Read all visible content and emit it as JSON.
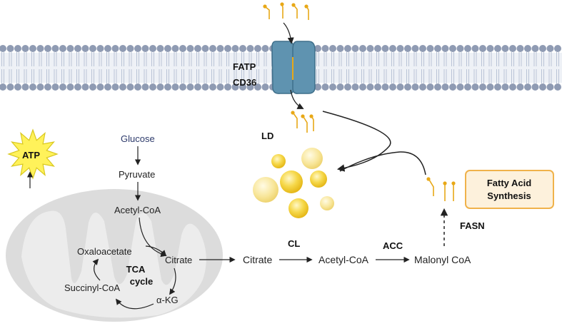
{
  "membrane": {
    "transporter_top": "FATP",
    "transporter_bottom": "CD36"
  },
  "lipid_droplet_label": "LD",
  "atp_label": "ATP",
  "glycolysis": {
    "glucose": "Glucose",
    "pyruvate": "Pyruvate",
    "acetyl_coa": "Acetyl-CoA"
  },
  "tca": {
    "oxaloacetate": "Oxaloacetate",
    "citrate": "Citrate",
    "cycle_line1": "TCA",
    "cycle_line2": "cycle",
    "succinyl_coa": "Succinyl-CoA",
    "alpha_kg": "α-KG"
  },
  "pathway": {
    "citrate": "Citrate",
    "enzyme_cl": "CL",
    "acetyl_coa": "Acetyl-CoA",
    "enzyme_acc": "ACC",
    "malonyl_coa": "Malonyl CoA",
    "enzyme_fasn": "FASN"
  },
  "fatty_acid_box": {
    "line1": "Fatty Acid",
    "line2": "Synthesis"
  },
  "colors": {
    "membrane_head": "#8f9bb3",
    "membrane_tail": "#b9c3d6",
    "channel": "#5f93b0",
    "fatty_acid": "#e8a817",
    "droplet": "#f2c81a",
    "mitochondrion": "#dcdcdc",
    "atp_star": "#fff25a",
    "fas_box_fill": "#fdf1dc",
    "fas_box_stroke": "#f0b24a"
  }
}
